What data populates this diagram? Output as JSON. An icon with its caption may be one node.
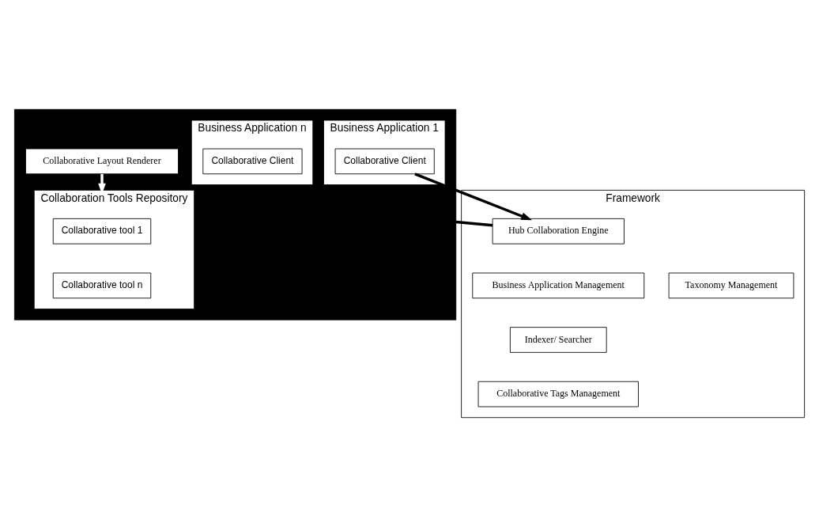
{
  "diagram": {
    "nodes": [
      {
        "text": [],
        "shape": "box"
      },
      {
        "text": [
          "Collaborative Layout Renderer"
        ],
        "in": 0
      },
      {
        "text": [
          "Collaboration Tools Repository"
        ],
        "in": 0
      },
      {
        "text": [
          "Collaborative tool 1"
        ],
        "in": 2
      },
      {
        "text": [
          "Collaborative tool n"
        ],
        "in": 2
      },
      {
        "text": [
          "Business Application 1"
        ],
        "in": 0
      },
      {
        "text": [
          "Collaborative Client"
        ],
        "in": 5
      },
      {
        "text": [
          "Business Application n"
        ],
        "in": 0
      },
      {
        "text": [
          "Collaborative Client"
        ],
        "in": 7
      },
      {
        "text": [
          "Framework"
        ]
      },
      {
        "text": [
          "Hub Collaboration Engine"
        ],
        "in": 9
      },
      {
        "text": [
          "Business Application Management"
        ],
        "in": 9
      },
      {
        "text": [
          "Taxonomy Management"
        ],
        "in": 9
      },
      {
        "text": [
          "Indexer/ Searcher"
        ],
        "in": 9
      },
      {
        "text": [
          "Collaborative Tags Management"
        ],
        "in": 9
      }
    ],
    "edges": [
      {
        "from": 1,
        "to": 2,
        "arrow": "to",
        "color": "#ffffff"
      },
      {
        "from": 0,
        "to": 10,
        "arrow": "none"
      },
      {
        "from": 6,
        "to": 10,
        "arrow": "to"
      }
    ]
  }
}
